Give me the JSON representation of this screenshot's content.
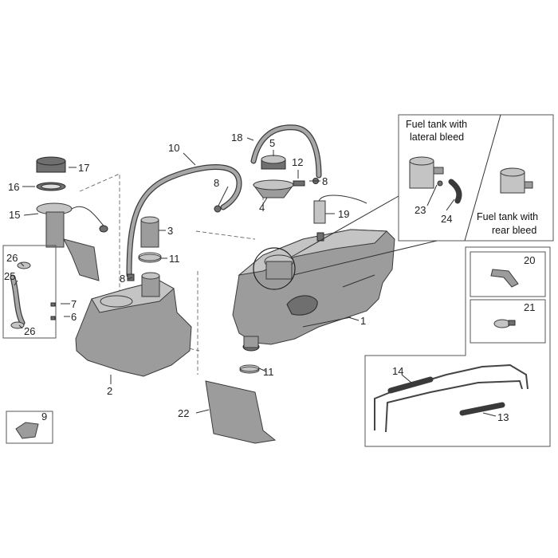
{
  "labels": {
    "l1": "1",
    "l2": "2",
    "l3": "3",
    "l4": "4",
    "l5": "5",
    "l6": "6",
    "l7": "7",
    "l8a": "8",
    "l8b": "8",
    "l8c": "8",
    "l9": "9",
    "l10": "10",
    "l11a": "11",
    "l11b": "11",
    "l12": "12",
    "l13": "13",
    "l14": "14",
    "l15": "15",
    "l16": "16",
    "l17": "17",
    "l18": "18",
    "l19": "19",
    "l20": "20",
    "l21": "21",
    "l22": "22",
    "l23": "23",
    "l24": "24",
    "l25": "25",
    "l26a": "26",
    "l26b": "26"
  },
  "inset": {
    "lateral_line1": "Fuel tank with",
    "lateral_line2": "lateral bleed",
    "rear_line1": "Fuel tank with",
    "rear_line2": "rear bleed"
  }
}
